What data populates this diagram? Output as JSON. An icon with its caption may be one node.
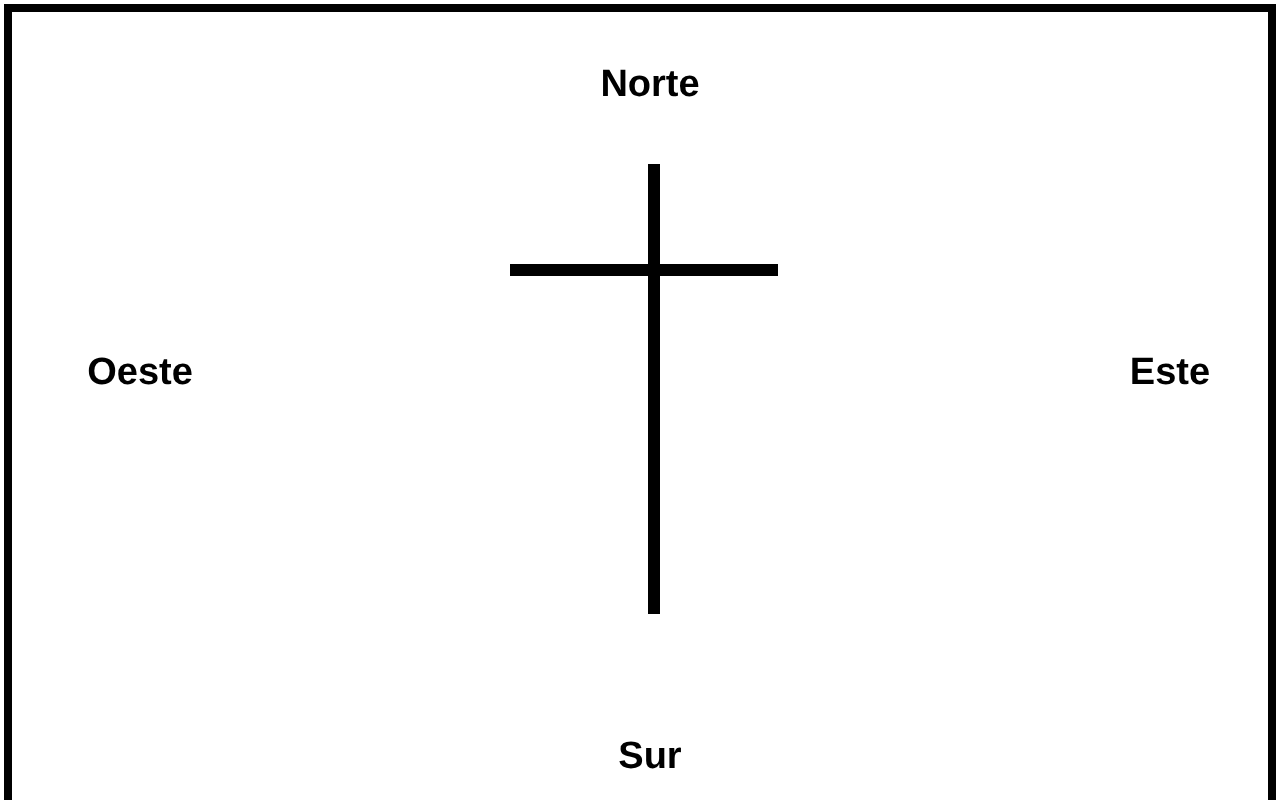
{
  "diagram": {
    "labels": [
      "Norte",
      "Oeste",
      "Este",
      "Sur"
    ]
  }
}
